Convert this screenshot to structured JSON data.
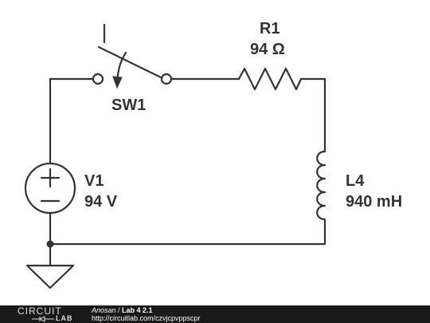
{
  "components": {
    "switch": {
      "name": "SW1"
    },
    "resistor": {
      "name": "R1",
      "value": "94 Ω"
    },
    "inductor": {
      "name": "L4",
      "value": "940 mH"
    },
    "source": {
      "name": "V1",
      "value": "94 V"
    }
  },
  "footer": {
    "logo_top": "CIRCUIT",
    "logo_bottom": "LAB",
    "author": "Anosan",
    "separator": " / ",
    "title": "Lab 4 2.1",
    "url": "http://circuitlab.com/czvjcpvppscpr"
  },
  "colors": {
    "wire": "#333333",
    "footer_bg": "#1a1a1a"
  }
}
